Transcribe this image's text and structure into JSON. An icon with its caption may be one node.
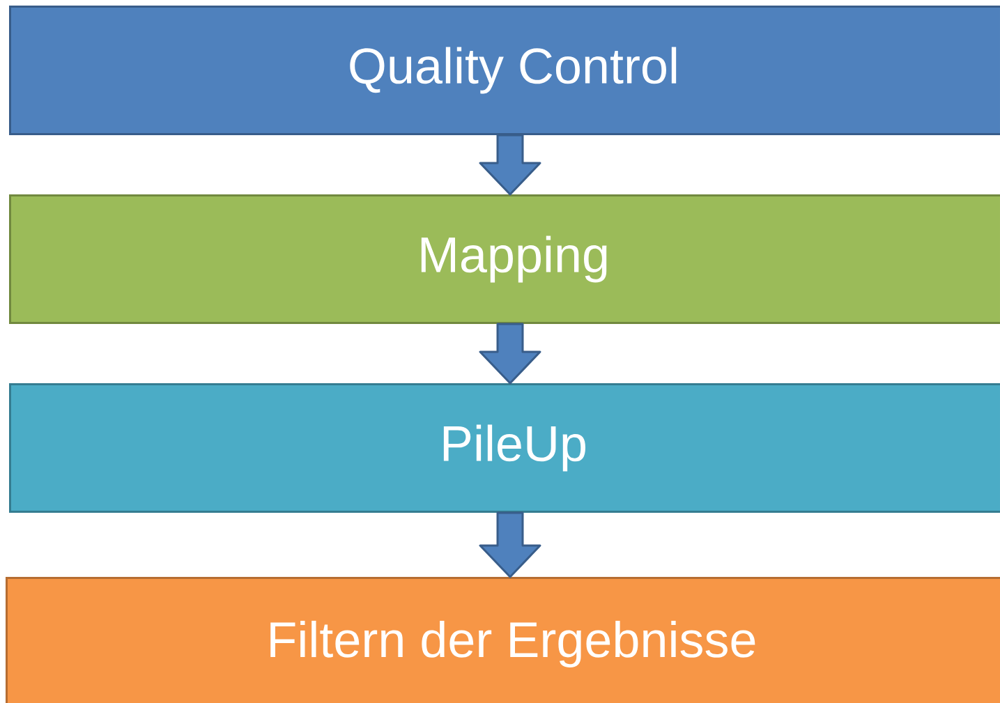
{
  "diagram": {
    "nodes": [
      {
        "text": [
          "Quality Control"
        ]
      },
      {
        "text": [
          "Mapping"
        ]
      },
      {
        "text": [
          "PileUp"
        ]
      },
      {
        "text": [
          "Filtern der Ergebnisse"
        ]
      }
    ],
    "edges": [
      {
        "from": 0,
        "to": 1,
        "arrow": "to"
      },
      {
        "from": 1,
        "to": 2,
        "arrow": "to"
      },
      {
        "from": 2,
        "to": 3,
        "arrow": "to"
      }
    ]
  }
}
